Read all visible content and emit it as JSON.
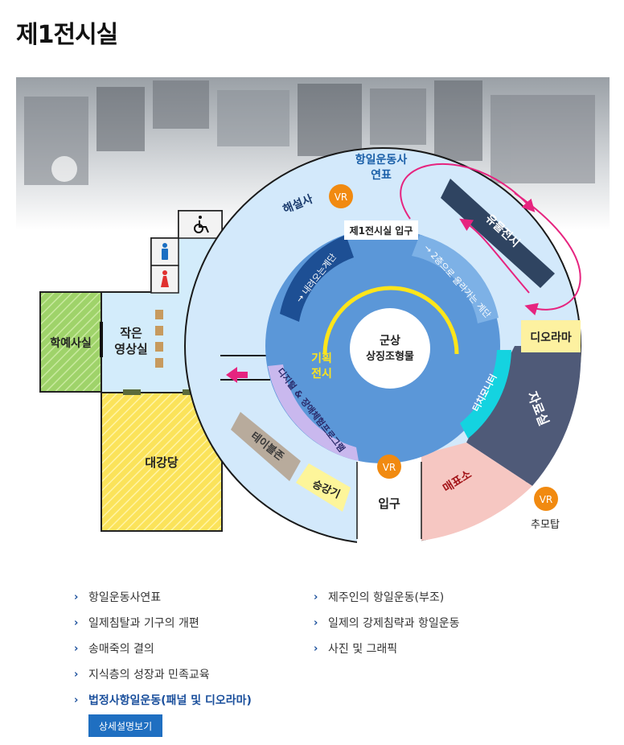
{
  "page": {
    "title": "제1전시실"
  },
  "map": {
    "haksa": "학예사실",
    "small_theater_1": "작은",
    "small_theater_2": "영상실",
    "auditorium": "대강당",
    "timeline_1": "항일운동사",
    "timeline_2": "연표",
    "commentary": "해설사",
    "vr": "VR",
    "entrance_1f": "제1전시실 입구",
    "stairs_down": "→ 내려오는계단",
    "stairs_up": "→ 2층으로 올라가는 계단",
    "relics": "유물전시",
    "diorama": "디오라마",
    "center_1": "군상",
    "center_2": "상징조형물",
    "special_1": "기획",
    "special_2": "전시",
    "braille": "디지털 & 장애체험프로그램",
    "touch": "터치모니터",
    "archive": "자료실",
    "ticket": "매표소",
    "table_zone": "테이블존",
    "elevator": "승강기",
    "entrance": "입구",
    "memorial": "추모탑"
  },
  "legend": {
    "left": [
      "항일운동사연표",
      "일제침탈과 기구의 개편",
      "송매죽의 결의",
      "지식층의 성장과 민족교육",
      "법정사항일운동(패널 및 디오라마)"
    ],
    "right": [
      "제주인의 항일운동(부조)",
      "일제의 강제침략과 항일운동",
      "사진 및 그래픽"
    ],
    "detail_button": "상세설명보기"
  }
}
